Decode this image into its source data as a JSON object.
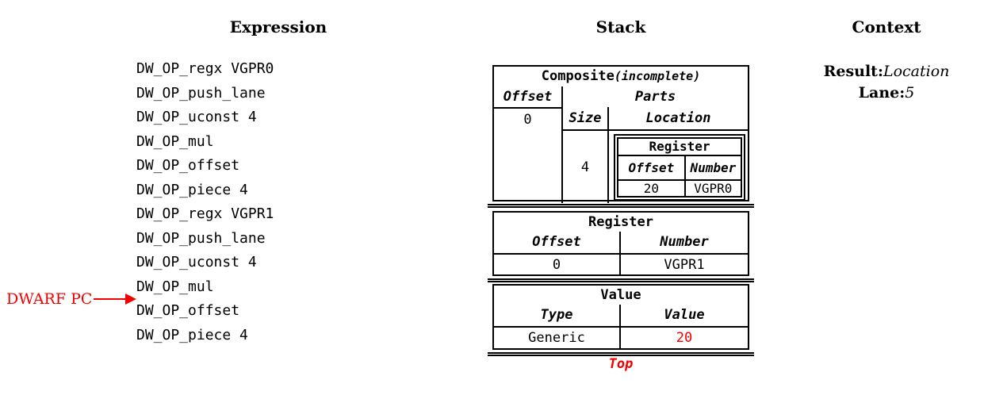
{
  "headers": {
    "expression": "Expression",
    "stack": "Stack",
    "context": "Context"
  },
  "expression": {
    "pc_label": "DWARF PC",
    "items": [
      "DW_OP_regx VGPR0",
      "DW_OP_push_lane",
      "DW_OP_uconst 4",
      "DW_OP_mul",
      "DW_OP_offset",
      "DW_OP_piece 4",
      "DW_OP_regx VGPR1",
      "DW_OP_push_lane",
      "DW_OP_uconst 4",
      "DW_OP_mul",
      "DW_OP_offset",
      "DW_OP_piece 4"
    ]
  },
  "stack": {
    "composite": {
      "title": "Composite",
      "title_suffix": "(incomplete)",
      "offset_header": "Offset",
      "parts_header": "Parts",
      "offset_value": "0",
      "size_header": "Size",
      "location_header": "Location",
      "size_value": "4",
      "part_register": {
        "title": "Register",
        "offset_header": "Offset",
        "number_header": "Number",
        "offset_value": "20",
        "number_value": "VGPR0"
      }
    },
    "register": {
      "title": "Register",
      "offset_header": "Offset",
      "number_header": "Number",
      "offset_value": "0",
      "number_value": "VGPR1"
    },
    "value": {
      "title": "Value",
      "type_header": "Type",
      "value_header": "Value",
      "type_value": "Generic",
      "value_value": "20"
    },
    "top_label": "Top"
  },
  "context": {
    "result_label": "Result:",
    "result_value": "Location",
    "lane_label": "Lane:",
    "lane_value": "5"
  },
  "colors": {
    "accent_red": "#f40000",
    "text": "#000000",
    "background": "#ffffff"
  }
}
